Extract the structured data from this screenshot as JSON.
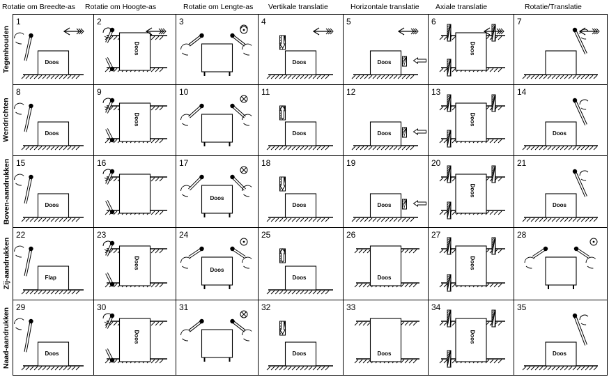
{
  "columns": [
    "Rotatie om Breedte-as",
    "Rotatie om Hoogte-as",
    "Rotatie om Lengte-as",
    "Vertikale translatie",
    "Horizontale translatie",
    "Axiale translatie",
    "Rotatie/Translatie"
  ],
  "rows": [
    "Tegenhouden",
    "Wendrichten",
    "Boven-aandrukken",
    "Zij-aandrukken",
    "Naad-aandrukken"
  ],
  "cells": [
    {
      "number": "1",
      "label": "Doos"
    },
    {
      "number": "2",
      "label": "Doos"
    },
    {
      "number": "3",
      "label": ""
    },
    {
      "number": "4",
      "label": "Doos"
    },
    {
      "number": "5",
      "label": "Doos"
    },
    {
      "number": "6",
      "label": "Doos"
    },
    {
      "number": "7",
      "label": ""
    },
    {
      "number": "8",
      "label": "Doos"
    },
    {
      "number": "9",
      "label": "Doos"
    },
    {
      "number": "10",
      "label": ""
    },
    {
      "number": "11",
      "label": "Doos"
    },
    {
      "number": "12",
      "label": "Doos"
    },
    {
      "number": "13",
      "label": "Doos"
    },
    {
      "number": "14",
      "label": "Doos"
    },
    {
      "number": "15",
      "label": "Doos"
    },
    {
      "number": "16",
      "label": ""
    },
    {
      "number": "17",
      "label": "Doos"
    },
    {
      "number": "18",
      "label": "Doos"
    },
    {
      "number": "19",
      "label": "Doos"
    },
    {
      "number": "20",
      "label": "Doos"
    },
    {
      "number": "21",
      "label": "Doos"
    },
    {
      "number": "22",
      "label": "Flap"
    },
    {
      "number": "23",
      "label": "Doos"
    },
    {
      "number": "24",
      "label": "Doos"
    },
    {
      "number": "25",
      "label": "Doos"
    },
    {
      "number": "26",
      "label": "Doos"
    },
    {
      "number": "27",
      "label": "Doos"
    },
    {
      "number": "28",
      "label": ""
    },
    {
      "number": "29",
      "label": "Doos"
    },
    {
      "number": "30",
      "label": "Doos"
    },
    {
      "number": "31",
      "label": ""
    },
    {
      "number": "32",
      "label": "Doos"
    },
    {
      "number": "33",
      "label": "Doos"
    },
    {
      "number": "34",
      "label": "Doos"
    },
    {
      "number": "35",
      "label": "Doos"
    }
  ],
  "icons": [
    "flow-arrow-icon",
    "circled-dot-icon",
    "circled-x-icon",
    "rotation-arrow-icon",
    "push-arrow-icon",
    "hatched-ground-icon"
  ]
}
